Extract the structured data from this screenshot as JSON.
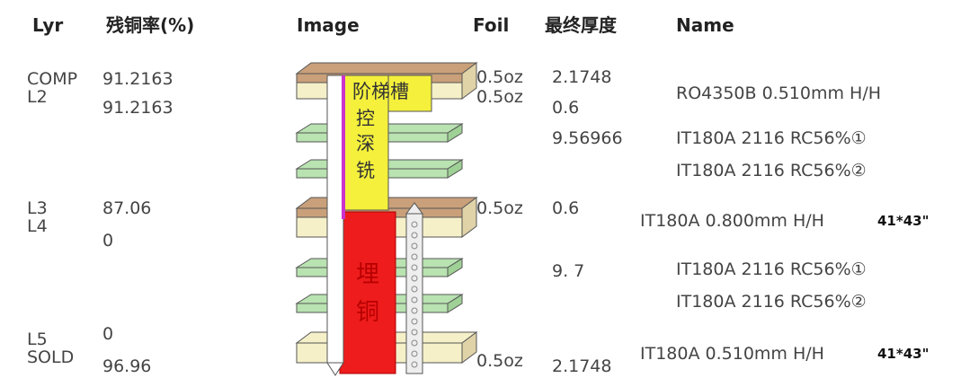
{
  "headers": {
    "layer": "Lyr",
    "residual_copper": "残铜率(%)",
    "image": "Image",
    "foil": "Foil",
    "final_thickness": "最终厚度",
    "name": "Name"
  },
  "rows": [
    {
      "layer": "COMP",
      "residual": "91.2163",
      "foil": "0.5oz",
      "thickness": "2.1748",
      "name": "RO4350B 0.510mm H/H"
    },
    {
      "layer": "L2",
      "residual": "91.2163",
      "foil": "0.5oz",
      "thickness": "0.6"
    },
    {
      "thickness": "9.56966",
      "name": "IT180A 2116 RC56%①"
    },
    {
      "name": "IT180A 2116 RC56%②"
    },
    {
      "layer": "L3",
      "residual": "87.06",
      "foil": "0.5oz",
      "thickness": "0.6",
      "name": "IT180A 0.800mm H/H",
      "note": "41*43\""
    },
    {
      "layer": "L4",
      "residual": "0"
    },
    {
      "thickness": "9. 7",
      "name": "IT180A 2116 RC56%①"
    },
    {
      "name": "IT180A 2116 RC56%②"
    },
    {
      "layer": "L5",
      "residual": "0"
    },
    {
      "layer": "SOLD",
      "residual": "96.96",
      "foil": "0.5oz",
      "thickness": "2.1748",
      "name": "IT180A 0.510mm H/H",
      "note": "41*43\""
    }
  ],
  "image_labels": {
    "step_slot": "阶梯槽",
    "depth_milling": [
      "控",
      "深",
      "铣"
    ],
    "buried_copper": [
      "埋",
      "铜"
    ]
  },
  "colors": {
    "core_tan": "#c9a07a",
    "core_cream": "#f5f0c8",
    "prepreg_green": "#b9e3b1",
    "slot_yellow": "#f4f03c",
    "copper_red": "#ee1c1c",
    "milling_magenta": "#cc33cc"
  }
}
